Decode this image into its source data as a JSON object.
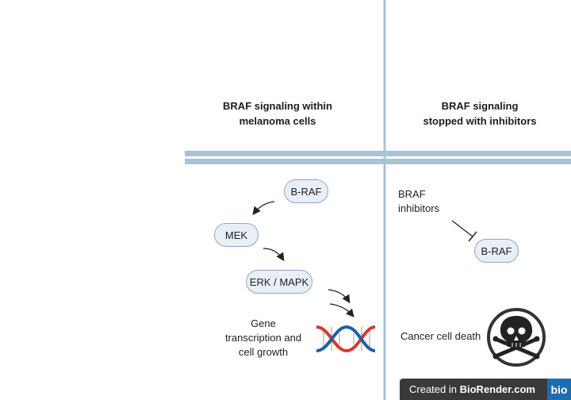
{
  "left_panel": {
    "heading_line1": "BRAF signaling within",
    "heading_line2": "melanoma cells",
    "nodes": {
      "braf": "B-RAF",
      "mek": "MEK",
      "erk": "ERK / MAPK"
    },
    "gene_label": [
      "Gene",
      "transcription and",
      "cell growth"
    ]
  },
  "right_panel": {
    "heading_line1": "BRAF signaling",
    "heading_line2": "stopped with inhibitors",
    "inhibitor_label": [
      "BRAF",
      "inhibitors"
    ],
    "braf_node": "B-RAF",
    "death_label": "Cancer cell death"
  },
  "watermark": {
    "prefix": "Created in",
    "brand": "BioRender.com",
    "logo_text": "bio"
  },
  "colors": {
    "membrane": "#a9c3d3",
    "node_fill": "#e9eff6",
    "node_border": "#8fa9c4",
    "dna_red": "#d23a32",
    "dna_blue": "#1f5fa5"
  }
}
